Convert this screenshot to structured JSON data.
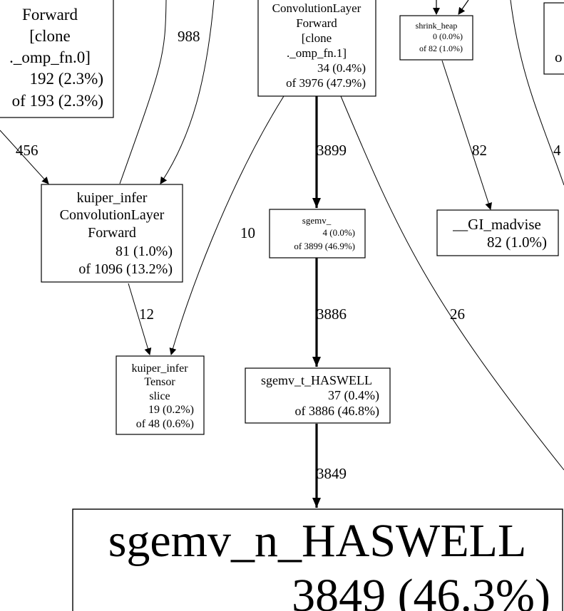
{
  "nodes": {
    "conv_fn0": {
      "lines": [
        "Forward",
        "[clone",
        "._omp_fn.0]",
        "192 (2.3%)",
        "of 193 (2.3%)"
      ]
    },
    "conv_fn1": {
      "lines": [
        "ConvolutionLayer",
        "Forward",
        "[clone",
        "._omp_fn.1]",
        "34 (0.4%)",
        "of 3976 (47.9%)"
      ]
    },
    "shrink_heap": {
      "lines": [
        "shrink_heap",
        "0 (0.0%)",
        "of 82 (1.0%)"
      ]
    },
    "right_partial": {
      "lines": [
        "o"
      ]
    },
    "conv_forward": {
      "lines": [
        "kuiper_infer",
        "ConvolutionLayer",
        "Forward",
        "81 (1.0%)",
        "of 1096 (13.2%)"
      ]
    },
    "sgemv_": {
      "lines": [
        "sgemv_",
        "4 (0.0%)",
        "of 3899 (46.9%)"
      ]
    },
    "gi_madvise": {
      "lines": [
        "__GI_madvise",
        "82 (1.0%)"
      ]
    },
    "tensor_slice": {
      "lines": [
        "kuiper_infer",
        "Tensor",
        "slice",
        "19 (0.2%)",
        "of 48 (0.6%)"
      ]
    },
    "sgemv_t": {
      "lines": [
        "sgemv_t_HASWELL",
        "37 (0.4%)",
        "of 3886 (46.8%)"
      ]
    },
    "sgemv_n": {
      "lines": [
        "sgemv_n_HASWELL",
        "3849 (46.3%)"
      ]
    }
  },
  "edges": {
    "e988": "988",
    "e456": "456",
    "e3899": "3899",
    "e82": "82",
    "e4x": "4",
    "e10": "10",
    "e12": "12",
    "e3886": "3886",
    "e26": "26",
    "e3849": "3849"
  }
}
